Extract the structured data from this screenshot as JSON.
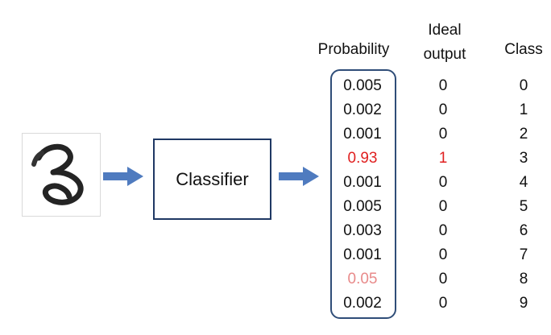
{
  "headers": {
    "probability": "Probability",
    "ideal_line1": "Ideal",
    "ideal_line2": "output",
    "class": "Class"
  },
  "classifier": {
    "label": "Classifier"
  },
  "colors": {
    "box_border": "#1f3864",
    "prob_outline": "#2f4d78",
    "arrow": "#4f7bbf",
    "highlight": "#e02020",
    "secondary_highlight": "#e88a8a"
  },
  "rows": [
    {
      "probability": "0.005",
      "ideal": "0",
      "class": "0",
      "style": "normal"
    },
    {
      "probability": "0.002",
      "ideal": "0",
      "class": "1",
      "style": "normal"
    },
    {
      "probability": "0.001",
      "ideal": "0",
      "class": "2",
      "style": "normal"
    },
    {
      "probability": "0.93",
      "ideal": "1",
      "class": "3",
      "style": "highlight"
    },
    {
      "probability": "0.001",
      "ideal": "0",
      "class": "4",
      "style": "normal"
    },
    {
      "probability": "0.005",
      "ideal": "0",
      "class": "5",
      "style": "normal"
    },
    {
      "probability": "0.003",
      "ideal": "0",
      "class": "6",
      "style": "normal"
    },
    {
      "probability": "0.001",
      "ideal": "0",
      "class": "7",
      "style": "normal"
    },
    {
      "probability": "0.05",
      "ideal": "0",
      "class": "8",
      "style": "secondary"
    },
    {
      "probability": "0.002",
      "ideal": "0",
      "class": "9",
      "style": "normal"
    }
  ]
}
